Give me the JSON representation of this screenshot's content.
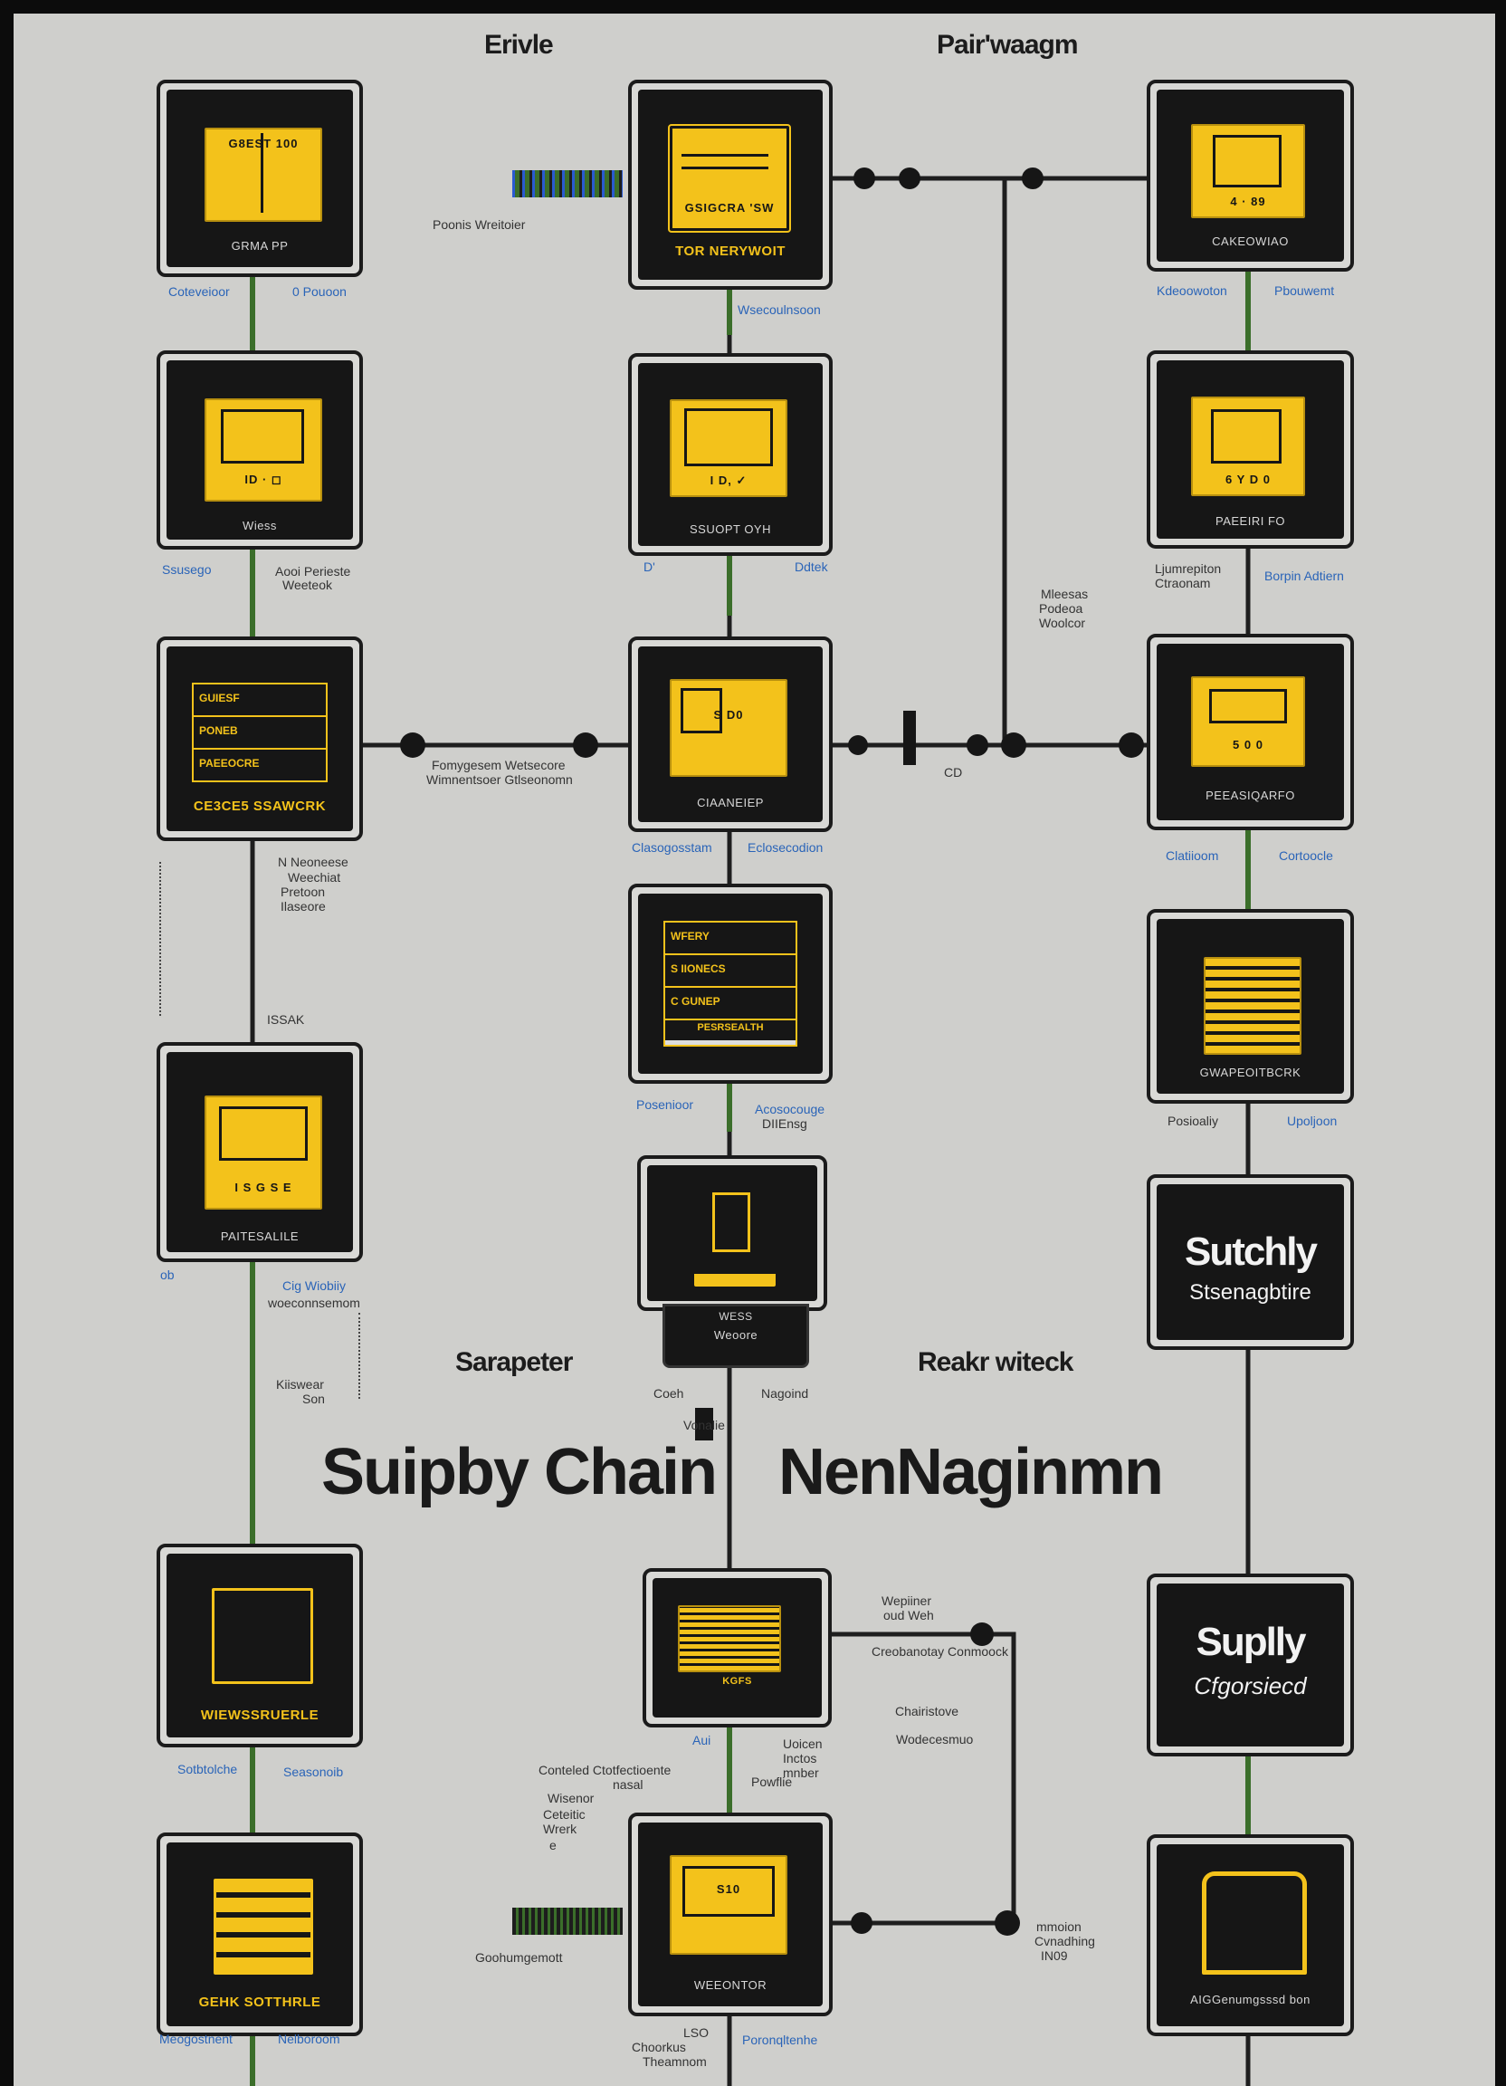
{
  "headings": {
    "top_left": "Erivle",
    "top_right": "Pair'waagm",
    "mid_left": "Sarapeter",
    "mid_right": "Reakr witeck"
  },
  "title": {
    "part1": "Suipby Chain",
    "part2": "NenNaginmn"
  },
  "colors": {
    "background": "#cfcfcc",
    "node": "#161616",
    "accent": "#f3c21b",
    "label_blue": "#2a64b8",
    "link_green": "#3b6e2a"
  },
  "nodes": {
    "l1": {
      "caption": "GRMA PP",
      "panel": "G8EST  100"
    },
    "l2": {
      "caption": "Wiess",
      "panel": "ID  ·  ◻"
    },
    "l3": {
      "rows": [
        "GUIESF",
        "PONEB",
        "PAEEOCRE"
      ],
      "caption": "CE3CE5 SSAWCRK"
    },
    "l4": {
      "caption": "PAITESALILE",
      "panel": "I S  G S E"
    },
    "l5": {
      "caption": "WIEWSSRUERLE"
    },
    "l6": {
      "caption": "GEHK SOTTHRLE"
    },
    "c1": {
      "panel": "GSIGCRA 'SW",
      "caption": "TOR NERYWOIT"
    },
    "c2": {
      "caption": "SSUOPT OYH",
      "panel": "I  D,  ✓"
    },
    "c3": {
      "caption": "CIAANEIEP",
      "panel": "S  D0"
    },
    "c4": {
      "rows": [
        "WFERY",
        "S IIONECS",
        "C GUNEP",
        "PESRSEALTH"
      ]
    },
    "c5": {
      "line1": "WESS",
      "line2": "Weoore"
    },
    "c6": {
      "caption": "KGFS"
    },
    "c7": {
      "caption": "WEEONTOR",
      "panel": "S10"
    },
    "r1": {
      "caption": "CAKEOWIAO",
      "panel": "4  ·  89"
    },
    "r2": {
      "caption": "PAEEIRI FO",
      "panel": "6  Y  D  0"
    },
    "r3": {
      "caption": "PEEASIQARFO",
      "panel": "5  0  0"
    },
    "r4": {
      "caption": "GWAPEOITBCRK"
    },
    "r5": {
      "big": "Sutchly",
      "sub": "Stsenagbtire"
    },
    "r6": {
      "big": "Suplly",
      "sub": "Cfgorsiecd"
    },
    "r7": {
      "caption": "AIGGenumgsssd bon"
    }
  },
  "labels": {
    "poonis": "Poonis Wreitoier",
    "l1_a": "Coteveioor",
    "l1_b": "0 Pouoon",
    "c1_a": "Wsecoulnsoon",
    "r1_a": "Kdeoowoton",
    "r1_b": "Pbouwemt",
    "l2_a": "Ssusego",
    "l2_b": "Aooi Perieste",
    "l2_c": "Weeteok",
    "c2_a": "D'",
    "c2_b": "Ddtek",
    "r2_a": "Ljumrepiton",
    "r2_b": "Ctraonam",
    "r2_c": "Borpin Adtiern",
    "mid_a": "Mleesas",
    "mid_b": "Podeoa",
    "mid_c": "Woolcor",
    "row3_a": "Fomygesem Wetsecore",
    "row3_b": "Wimnentsoer Gtlseonomn",
    "cd": "CD",
    "c3_a": "Clasogosstam",
    "c3_b": "Eclosecodion",
    "r3_a": "Clatiioom",
    "r3_b": "Cortoocle",
    "l3_a": "N  Neoneese",
    "l3_b": "Weechiat",
    "l3_c": "Pretoon",
    "l3_d": "Ilaseore",
    "issak": "ISSAK",
    "c4_a": "Posenioor",
    "c4_b": "Acosocouge",
    "c4_c": "DIIEnsg",
    "r4_a": "Posioaliy",
    "r4_b": "Upoljoon",
    "l4_a": "ob",
    "l4_b": "Cig Wiobiiy",
    "l4_c": "woeconnsemom",
    "kiis_a": "Kiiswear",
    "kiis_b": "Son",
    "coeh": "Coeh",
    "nagoind": "Nagoind",
    "vonalie": "Vonalie",
    "l5_a": "Sotbtolche",
    "l5_b": "Seasonoib",
    "c6_a": "Wepiiner",
    "c6_b": "oud Weh",
    "c6_c": "Creobanotay Conmoock",
    "c6_d": "Chairistove",
    "c6_e": "Wodecesmuo",
    "aui": "Aui",
    "uo_a": "Uoicen",
    "uo_b": "Inctos",
    "uo_c": "mnber",
    "uo_d": "Powflie",
    "cont_a": "Conteled Ctotfectioente",
    "cont_b": "nasal",
    "wis_a": "Wisenor",
    "wis_b": "Ceteitic",
    "wis_c": "Wrerk",
    "wis_d": "e",
    "goo": "Goohumgemott",
    "mm_a": "mmoion",
    "mm_b": "Cvnadhing",
    "mm_c": "IN09",
    "l6_a": "Meogostnent",
    "l6_b": "Nelboroom",
    "lso_a": "LSO",
    "lso_b": "Choorkus",
    "lso_c": "Theamnom",
    "poron": "Poronqltenhe"
  }
}
